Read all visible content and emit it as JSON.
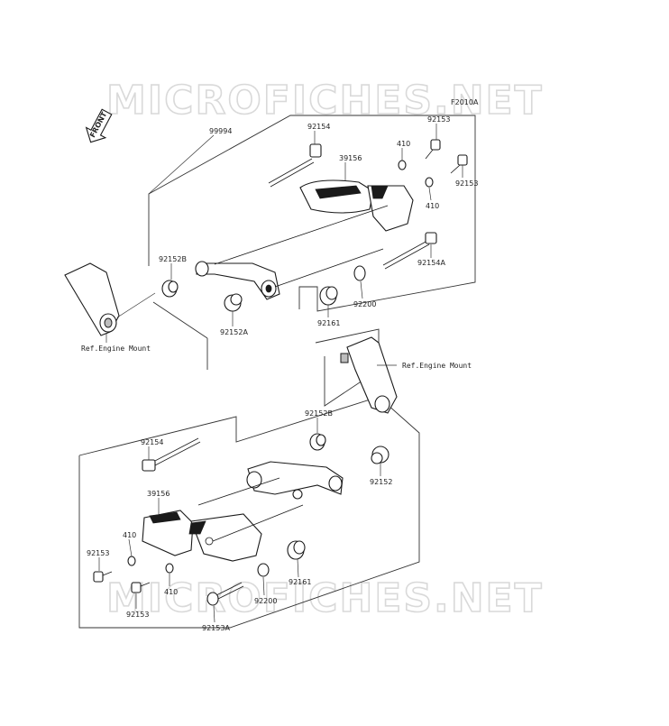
{
  "watermark": {
    "top": "MICROFICHES.NET",
    "bottom": "MICROFICHES.NET"
  },
  "diagram_code": "F2010A",
  "front_label": "FRONT",
  "references": {
    "upper": "Ref.Engine Mount",
    "lower": "Ref.Engine Mount"
  },
  "callouts": {
    "c99994": "99994",
    "c92154_top": "92154",
    "c39156_top": "39156",
    "c410_top_a": "410",
    "c92153_top_a": "92153",
    "c92153_top_b": "92153",
    "c410_top_b": "410",
    "c92152B_top": "92152B",
    "c92152A": "92152A",
    "c92154A": "92154A",
    "c92200_top": "92200",
    "c92161_top": "92161",
    "c92152B_bot": "92152B",
    "c92154_bot": "92154",
    "c92152": "92152",
    "c39156_bot": "39156",
    "c92153_bot_a": "92153",
    "c410_bot_a": "410",
    "c410_bot_b": "410",
    "c92153_bot_b": "92153",
    "c92200_bot": "92200",
    "c92161_bot": "92161",
    "c92153A": "92153A"
  }
}
